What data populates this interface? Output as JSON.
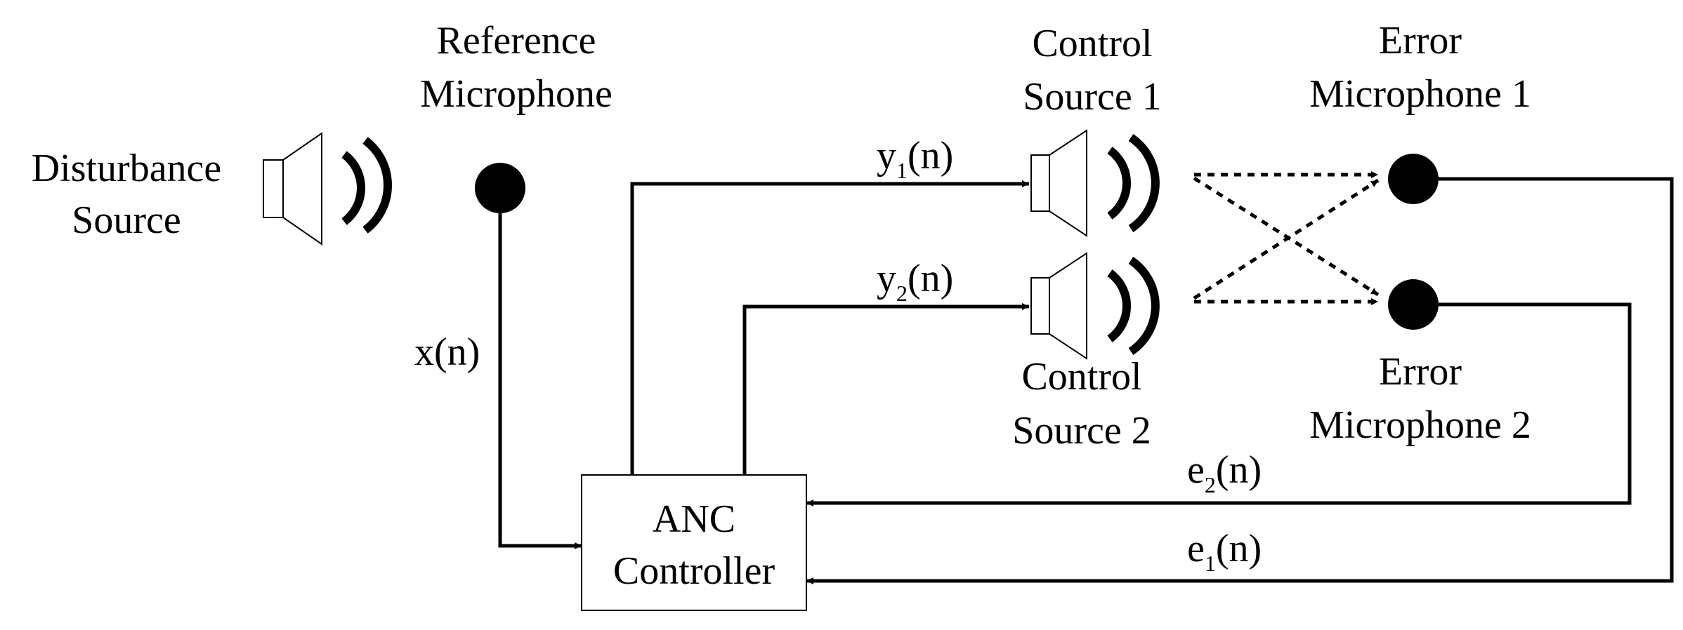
{
  "labels": {
    "disturbance_line1": "Disturbance",
    "disturbance_line2": "Source",
    "reference_line1": "Reference",
    "reference_line2": "Microphone",
    "control1_line1": "Control",
    "control1_line2": "Source 1",
    "control2_line1": "Control",
    "control2_line2": "Source 2",
    "error1_line1": "Error",
    "error1_line2": "Microphone 1",
    "error2_line1": "Error",
    "error2_line2": "Microphone 2",
    "controller_line1": "ANC",
    "controller_line2": "Controller"
  },
  "signals": {
    "x": "x(n)",
    "y1_base": "y",
    "y1_sub": "1",
    "y1_arg": "(n)",
    "y2_base": "y",
    "y2_sub": "2",
    "y2_arg": "(n)",
    "e1_base": "e",
    "e1_sub": "1",
    "e1_arg": "(n)",
    "e2_base": "e",
    "e2_sub": "2",
    "e2_arg": "(n)"
  }
}
